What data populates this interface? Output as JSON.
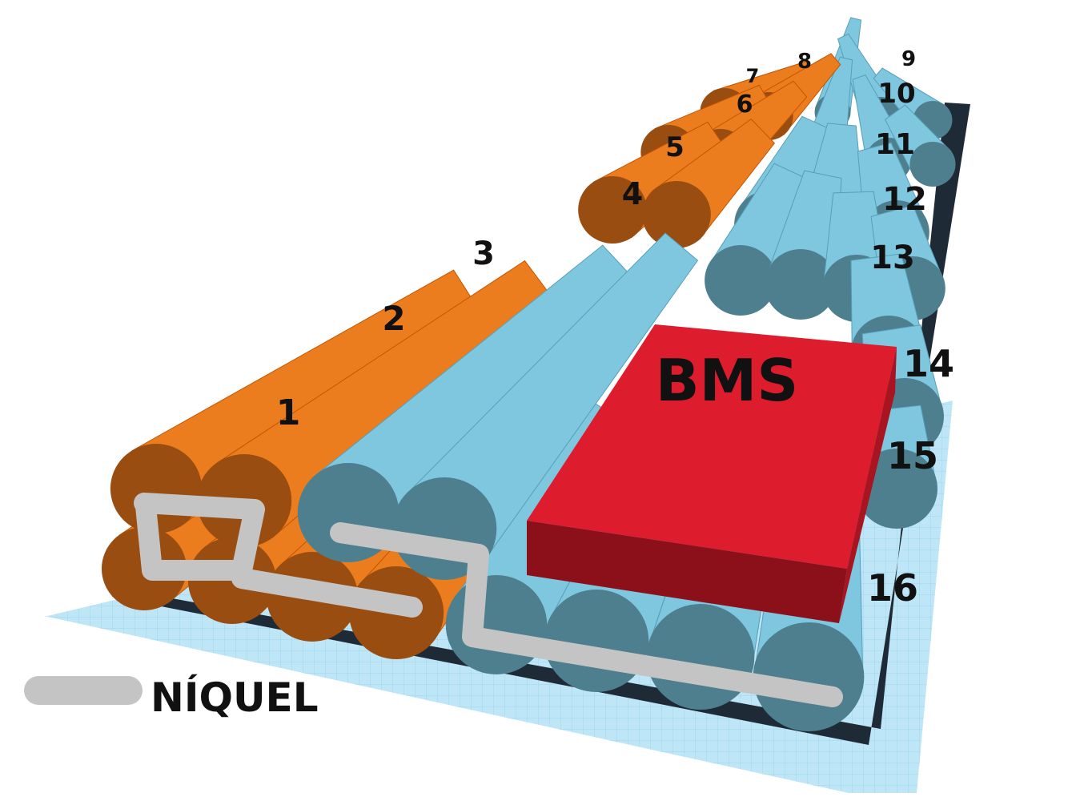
{
  "colors": {
    "background": "#ffffff",
    "grid_plate": "#bfe6f6",
    "grid_line": "#8fd0ec",
    "base_plate": "#1e2a36",
    "cell_orange": "#ec7d1f",
    "cell_orange_face": "#9a4d10",
    "cell_blue": "#7fc6df",
    "cell_blue_face": "#4d7f8e",
    "bms_top": "#dd1c2e",
    "bms_front": "#8c1019",
    "nickel": "#c4c4c4",
    "ink": "#111111"
  },
  "labels": {
    "group_numbers": [
      "1",
      "2",
      "3",
      "4",
      "5",
      "6",
      "7",
      "8",
      "9",
      "10",
      "11",
      "12",
      "13",
      "14",
      "15",
      "16"
    ],
    "bms": "BMS",
    "legend": "NÍQUEL"
  }
}
